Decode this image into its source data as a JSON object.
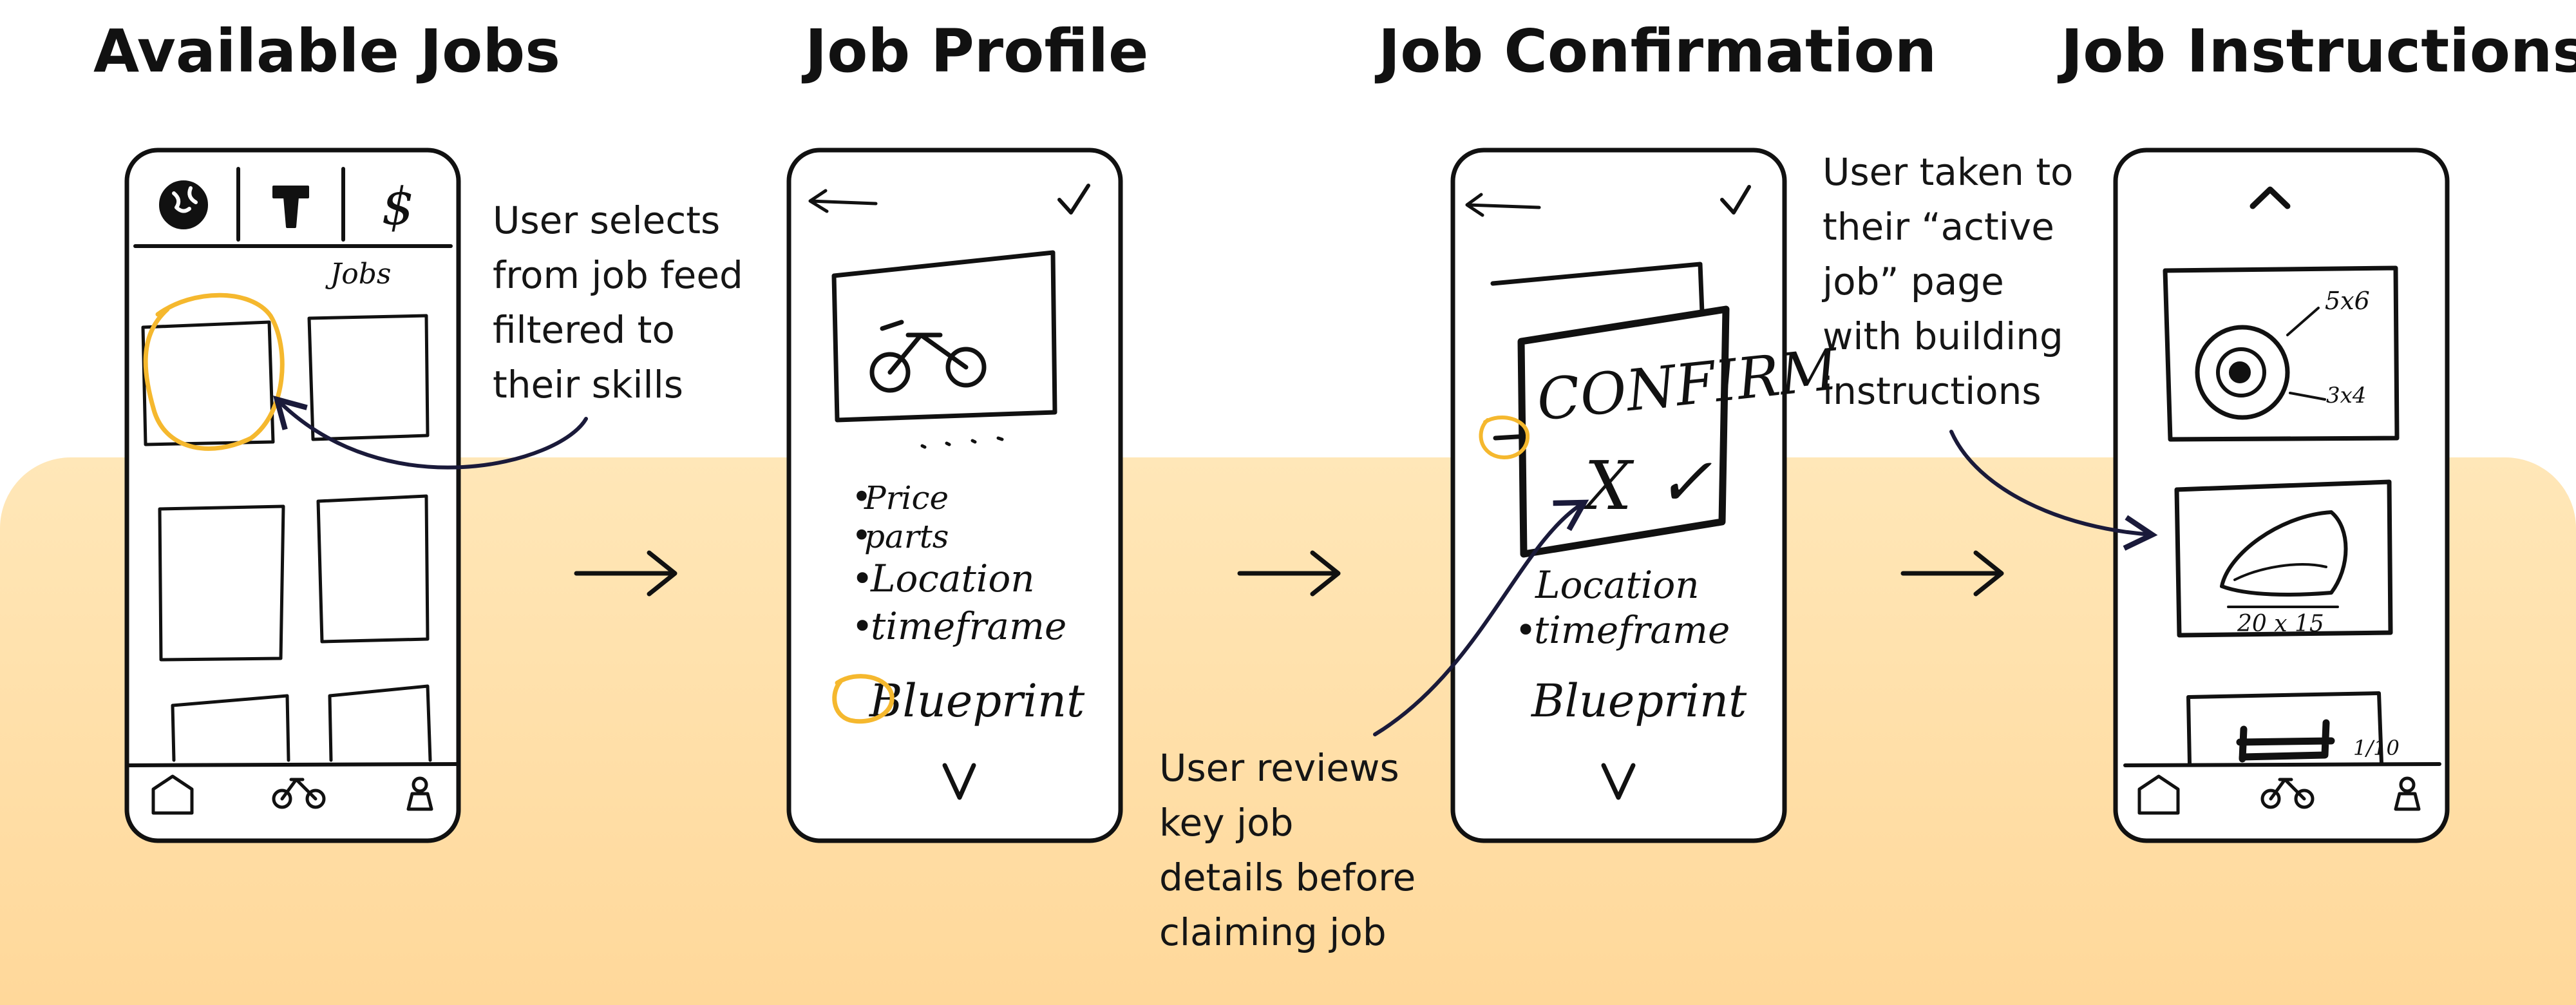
{
  "titles": {
    "available_jobs": "Available Jobs",
    "job_profile": "Job Profile",
    "job_confirmation": "Job Confirmation",
    "job_instructions": "Job Instructions"
  },
  "notes": {
    "select": [
      "User selects",
      "from job feed",
      "filtered to",
      "their skills"
    ],
    "review": [
      "User reviews",
      "key job",
      "details before",
      "claiming job"
    ],
    "active": [
      "User taken to",
      "their “active",
      "job” page",
      "with building",
      "instructions"
    ]
  },
  "screen1": {
    "filter_icons": [
      "globe-icon",
      "hammer-icon",
      "dollar-icon"
    ],
    "dollar_glyph": "$",
    "feed_label": "Jobs",
    "nav_icons": [
      "home-icon",
      "bike-icon",
      "user-icon"
    ]
  },
  "screen2": {
    "details": [
      "Price",
      "parts",
      "Location",
      "timeframe"
    ],
    "blueprint": "Blueprint"
  },
  "screen3": {
    "dialog_title": "CONFIRM",
    "cancel_glyph": "X",
    "accept_glyph": "✓",
    "details": [
      "Location",
      "timeframe"
    ],
    "blueprint": "Blueprint"
  },
  "screen4": {
    "dim_top_1": "5x6",
    "dim_top_2": "3x4",
    "dim_mid": "20 x 15",
    "dim_bottom": "1/10"
  },
  "colors": {
    "band_top": "#ffe7b8",
    "band_bottom": "#ffd89a",
    "highlight": "#f5b82e",
    "connector": "#1a1a3a"
  }
}
